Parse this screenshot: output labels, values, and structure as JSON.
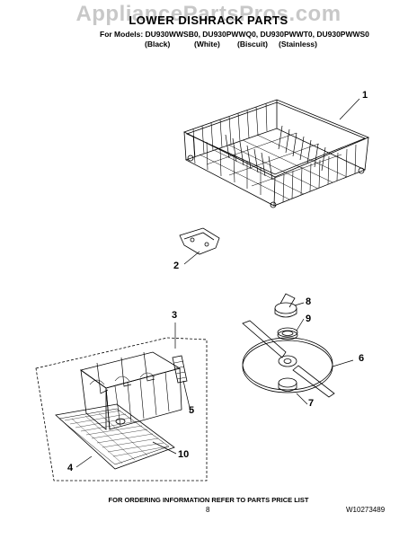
{
  "watermark": "AppliancePartsPros.com",
  "title": "LOWER DISHRACK PARTS",
  "models": "For Models: DU930WWSB0, DU930PWWQ0, DU930PWWT0, DU930PWWS0",
  "colors": [
    "(Black)",
    "(White)",
    "(Biscuit)",
    "(Stainless)"
  ],
  "callouts": [
    "1",
    "2",
    "3",
    "4",
    "5",
    "6",
    "7",
    "8",
    "9",
    "10"
  ],
  "footer": "FOR ORDERING INFORMATION REFER TO PARTS PRICE LIST",
  "page_number": "8",
  "doc_number": "W10273489"
}
